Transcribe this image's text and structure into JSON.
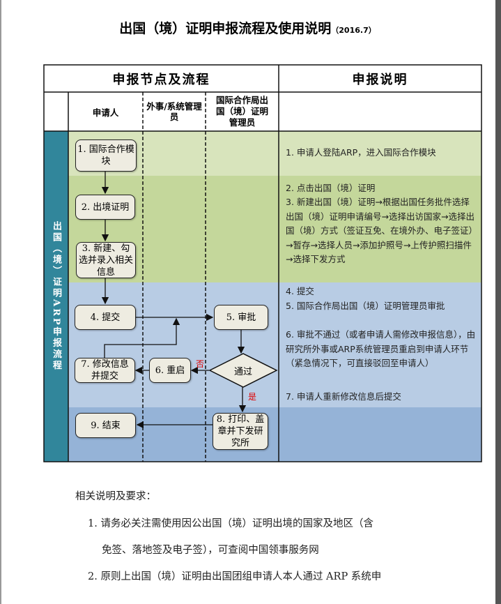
{
  "title": "出国（境）证明申报流程及使用说明",
  "title_date": "（2016.7）",
  "table": {
    "left_header": "申报节点及流程",
    "right_header": "申报说明",
    "lanes": [
      "申请人",
      "外事/系统管理员",
      "国际合作局出国（境）证明管理员"
    ],
    "side_label": "出国（境）证明ARP申报流程"
  },
  "steps": {
    "s1": "1. 国际合作模块",
    "s2": "2. 出境证明",
    "s3": "3. 新建、勾选并录入相关信息",
    "s4": "4. 提交",
    "s5": "5. 审批",
    "s6": "6. 重启",
    "s7": "7. 修改信息并提交",
    "s8": "8. 打印、盖章并下发研究所",
    "s9": "9. 结束",
    "decision": "通过",
    "no": "否",
    "yes": "是"
  },
  "descriptions": {
    "d1": "1. 申请人登陆ARP，进入国际合作模块",
    "d2": "2. 点击出国（境）证明",
    "d3": "3. 新建出国（境）证明→根据出国任务批件选择出国（境）证明申请编号→选择出访国家→选择出国（境）方式（签证互免、在境外办、电子签证）→暂存→选择人员→添加护照号→上传护照扫描件→选择下发方式",
    "d4": "4. 提交",
    "d5": "5. 国际合作局出国（境）证明管理员审批",
    "d6": "6. 审批不通过（或者申请人需修改申报信息），由研究所外事或ARP系统管理员重启到申请人环节（紧急情况下，可直接驳回至申请人）",
    "d7": "7. 申请人重新修改信息后提交"
  },
  "notes": {
    "heading": "相关说明及要求：",
    "n1a": "1. 请务必关注需使用因公出国（境）证明出境的国家及地区（含",
    "n1b": "免签、落地签及电子签），可查阅中国领事服务网",
    "n2": "2. 原则上出国（境）证明由出国团组申请人本人通过 ARP 系统申"
  },
  "colors": {
    "band1": "#d8e4bc",
    "band2": "#c4d79b",
    "band3": "#b8cce4",
    "band4": "#95b3d7",
    "side": "#31869b",
    "red": "#e00000"
  }
}
